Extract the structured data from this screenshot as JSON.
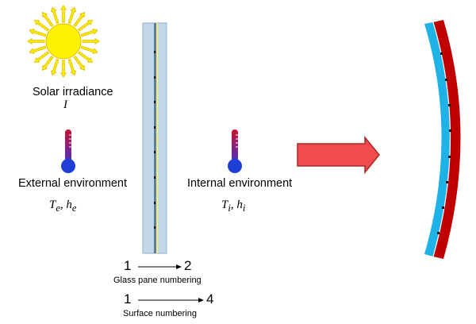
{
  "sun": {
    "label": "Solar irradiance",
    "symbol": "I",
    "color": "#FFF200"
  },
  "external": {
    "label": "External environment",
    "symbol_t": "T",
    "sub_t": "e",
    "symbol_h": "h",
    "sub_h": "e"
  },
  "internal": {
    "label": "Internal environment",
    "symbol_t": "T",
    "sub_t": "i",
    "symbol_h": "h",
    "sub_h": "i"
  },
  "glass_numbering": {
    "from": "1",
    "to": "2",
    "caption": "Glass pane numbering"
  },
  "surface_numbering": {
    "from": "1",
    "to": "4",
    "caption": "Surface numbering"
  },
  "colors": {
    "glass": "#C2D8EA",
    "interlayer": "#F3EB7A",
    "arrow": "#F24B4B",
    "pane_outer": "#1FB2E6",
    "pane_inner": "#C00000",
    "thermo_bulb": "#1F3FD6",
    "thermo_top": "#C8102E"
  }
}
